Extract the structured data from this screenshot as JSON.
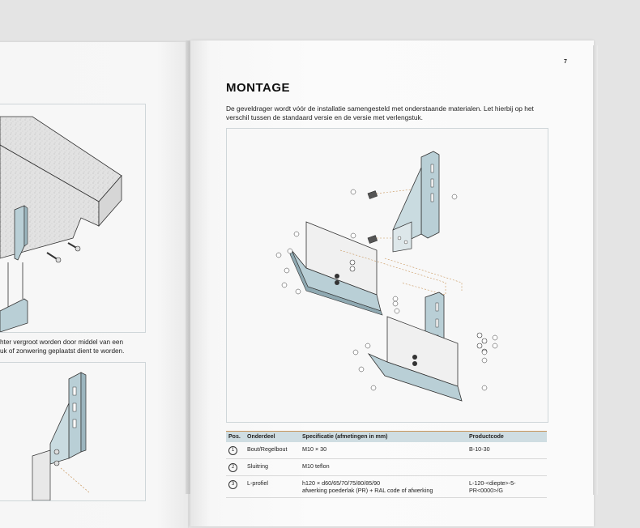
{
  "right_page": {
    "page_number": "7",
    "title": "MONTAGE",
    "intro": "De geveldrager wordt vóór de installatie samengesteld met onderstaande materialen. Let hierbij op het verschil tussen de standaard versie en de versie met verlengstuk."
  },
  "left_page": {
    "caption_line1": "hter vergroot worden door middel van een",
    "caption_line2": "uk of zonwering geplaatst dient te worden."
  },
  "table": {
    "headers": [
      "Pos.",
      "Onderdeel",
      "Specificatie (afmetingen in mm)",
      "Productcode"
    ],
    "rows": [
      {
        "pos": "1",
        "part": "Bout/Regelbout",
        "spec": "M10 × 30",
        "spec2": "",
        "code": "B-10-30",
        "code2": ""
      },
      {
        "pos": "2",
        "part": "Sluitring",
        "spec": "M10 teflon",
        "spec2": "",
        "code": "",
        "code2": ""
      },
      {
        "pos": "3",
        "part": "L-profiel",
        "spec": "h120 × d60/65/70/75/80/85/90",
        "spec2": "afwerking poederlak (PR) + RAL code of afwerking",
        "code": "L-120-<diepte>-5-",
        "code2": "PR<0000>/G"
      }
    ]
  },
  "colors": {
    "accent_line": "#c8955a",
    "table_header": "#cfdde2",
    "metal_fill": "#b9cfd6",
    "outline": "#333333"
  }
}
